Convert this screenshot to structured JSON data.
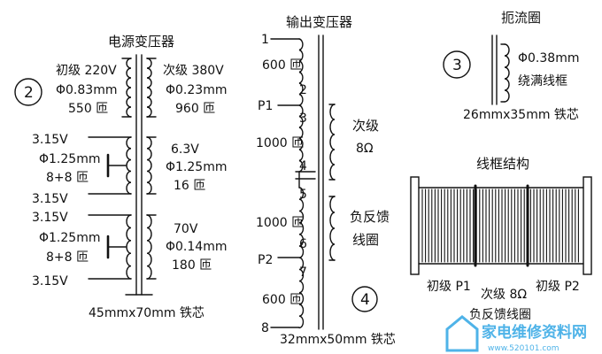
{
  "panel2": {
    "title": "电源变压器",
    "number": "2",
    "primary": {
      "label": "初级 220V",
      "wire": "Φ0.83mm",
      "turns": "550 匝"
    },
    "sec1": {
      "label": "次级 380V",
      "wire": "Φ0.23mm",
      "turns": "960 匝"
    },
    "sec2": {
      "voltage": "6.3V",
      "wire": "Φ1.25mm",
      "turns": "16 匝"
    },
    "sec3": {
      "voltage": "70V",
      "wire": "Φ0.14mm",
      "turns": "180 匝"
    },
    "fil1": {
      "top": "3.15V",
      "wire": "Φ1.25mm",
      "turns": "8+8 匝",
      "bottom": "3.15V"
    },
    "fil2": {
      "top": "3.15V",
      "wire": "Φ1.25mm",
      "turns": "8+8 匝",
      "bottom": "3.15V"
    },
    "core": "45mmx70mm 铁芯"
  },
  "panel4": {
    "title": "输出变压器",
    "number": "4",
    "pins": [
      "1",
      "2",
      "3",
      "4",
      "5",
      "6",
      "7",
      "8"
    ],
    "p1": "P1",
    "p2": "P2",
    "turns1": "600 匝",
    "turns2": "1000 匝",
    "turns3": "1000 匝",
    "turns4": "600 匝",
    "secondary": "次级",
    "impedance": "8Ω",
    "feedback_line1": "负反馈",
    "feedback_line2": "线圈",
    "core": "32mmx50mm 铁芯"
  },
  "panel3": {
    "title": "扼流圈",
    "number": "3",
    "wire": "Φ0.38mm",
    "note": "绕满线框",
    "core": "26mmx35mm 铁芯"
  },
  "bobbin": {
    "title": "线框结构",
    "primary_p1": "初级 P1",
    "secondary": "次级 8Ω",
    "primary_p2": "初级 P2",
    "feedback": "负反馈线圈"
  },
  "watermark": {
    "chinese": "家电维修资料网",
    "url": "www.520101.com"
  }
}
